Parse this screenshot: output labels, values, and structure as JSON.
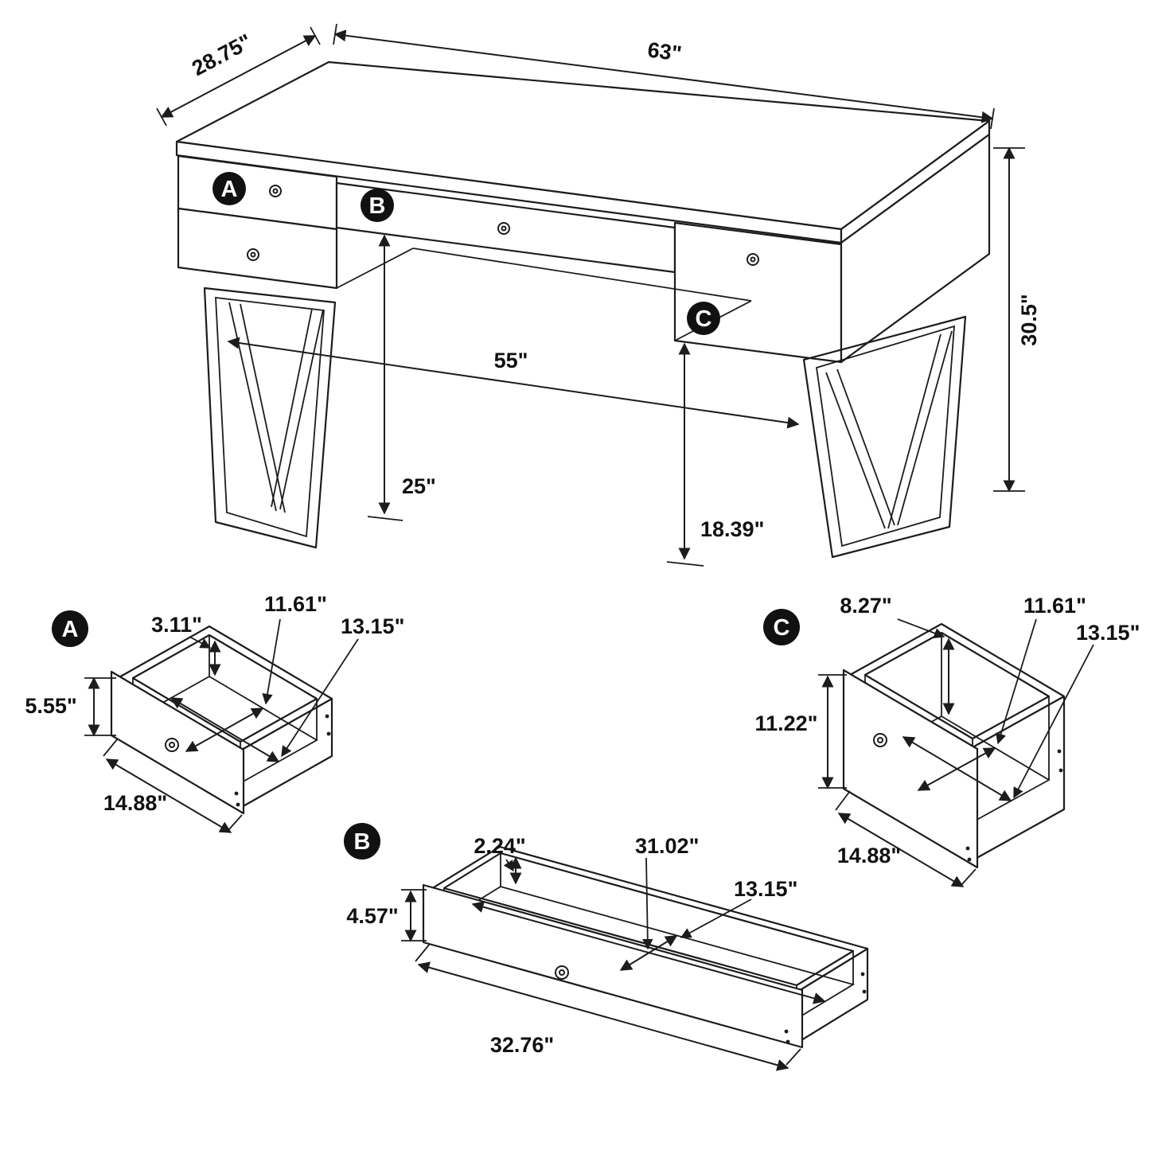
{
  "page": {
    "background": "#ffffff",
    "line_color": "#1c1c1c",
    "badge_color": "#111111"
  },
  "main_view": {
    "label_a": "A",
    "label_b": "B",
    "label_c": "C",
    "top_width": "63\"",
    "top_depth": "28.75\"",
    "overall_height": "30.5\"",
    "leg_inner_span": "55\"",
    "knee_clearance": "25\"",
    "right_pedestal_clearance": "18.39\""
  },
  "drawer_a": {
    "label": "A",
    "interior_height": "3.11\"",
    "interior_depth": "11.61\"",
    "interior_width": "13.15\"",
    "front_height": "5.55\"",
    "front_width": "14.88\""
  },
  "drawer_b": {
    "label": "B",
    "interior_height": "2.24\"",
    "interior_width": "31.02\"",
    "interior_depth": "13.15\"",
    "front_height": "4.57\"",
    "front_width": "32.76\""
  },
  "drawer_c": {
    "label": "C",
    "interior_height": "8.27\"",
    "interior_depth": "11.61\"",
    "interior_width": "13.15\"",
    "front_height": "11.22\"",
    "front_width": "14.88\""
  }
}
